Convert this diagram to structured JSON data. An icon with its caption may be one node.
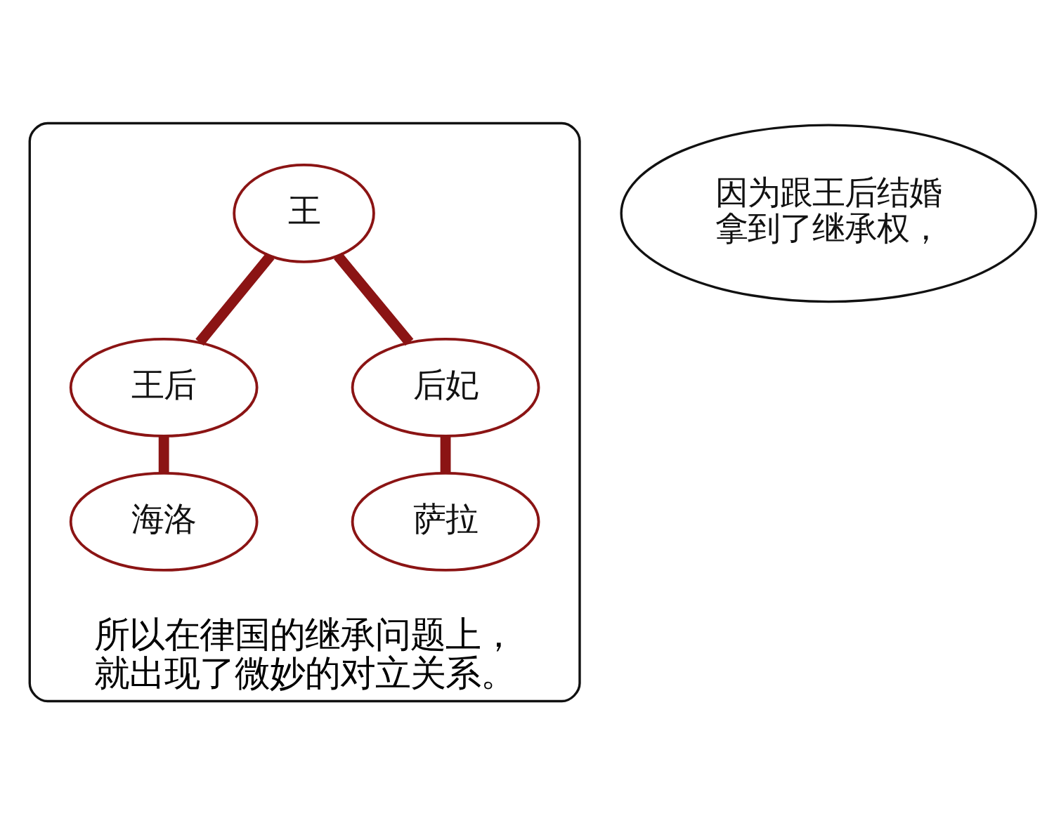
{
  "diagram": {
    "nodes": [
      {
        "text": [
          "因为跟王后结婚拿到了继承权，"
        ]
      },
      {
        "text": [
          "所以在律国的继承问题上，就出现了微妙的对立关系。"
        ]
      },
      {
        "text": [
          "王"
        ],
        "in": 1
      },
      {
        "text": [
          "王后"
        ],
        "in": 1
      },
      {
        "text": [
          "后妃"
        ],
        "in": 1
      },
      {
        "text": [
          "海洛"
        ],
        "in": 1
      },
      {
        "text": [
          "萨拉"
        ],
        "in": 1
      }
    ],
    "edges": [
      {
        "from": 2,
        "to": 3,
        "arrow": "none"
      },
      {
        "from": 2,
        "to": 4,
        "arrow": "none"
      },
      {
        "from": 3,
        "to": 5,
        "arrow": "none"
      },
      {
        "from": 4,
        "to": 6,
        "arrow": "none"
      }
    ]
  }
}
